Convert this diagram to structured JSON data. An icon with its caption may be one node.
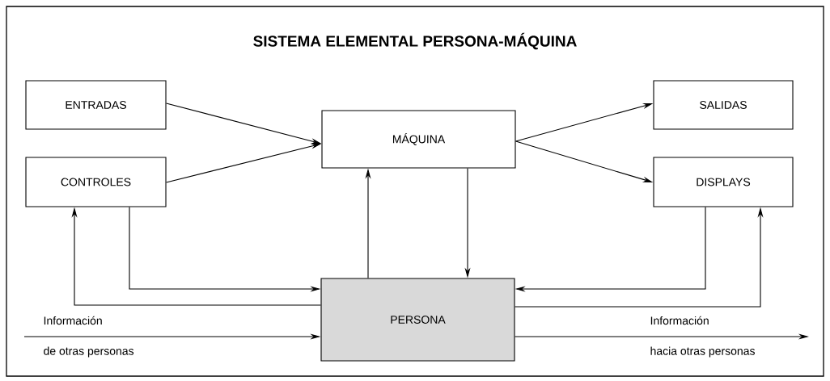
{
  "diagram": {
    "title": "SISTEMA ELEMENTAL PERSONA-MÁQUINA",
    "nodes": [
      {
        "text": [
          "ENTRADAS"
        ]
      },
      {
        "text": [
          "CONTROLES"
        ]
      },
      {
        "text": [
          "MÁQUINA"
        ]
      },
      {
        "text": [
          "SALIDAS"
        ]
      },
      {
        "text": [
          "DISPLAYS"
        ]
      },
      {
        "text": [
          "PERSONA"
        ]
      }
    ],
    "edges": [
      {
        "from": 0,
        "to": 2,
        "arrow": "to"
      },
      {
        "from": 1,
        "to": 2,
        "arrow": "to"
      },
      {
        "from": 2,
        "to": 3,
        "arrow": "to"
      },
      {
        "from": 2,
        "to": 4,
        "arrow": "to"
      },
      {
        "from": 5,
        "to": 2,
        "arrow": "to"
      },
      {
        "from": 2,
        "to": 5,
        "arrow": "to"
      },
      {
        "from": 1,
        "to": 5,
        "arrow": "to"
      },
      {
        "from": 5,
        "to": 1,
        "arrow": "to"
      },
      {
        "from": 4,
        "to": 5,
        "arrow": "to"
      },
      {
        "from": 5,
        "to": 4,
        "arrow": "to"
      },
      {
        "from": null,
        "to": 5,
        "arrow": "to"
      },
      {
        "from": 5,
        "to": null,
        "arrow": "to"
      }
    ],
    "labels": [
      "Información",
      "de otras personas",
      "Información",
      "hacia otras personas"
    ]
  }
}
